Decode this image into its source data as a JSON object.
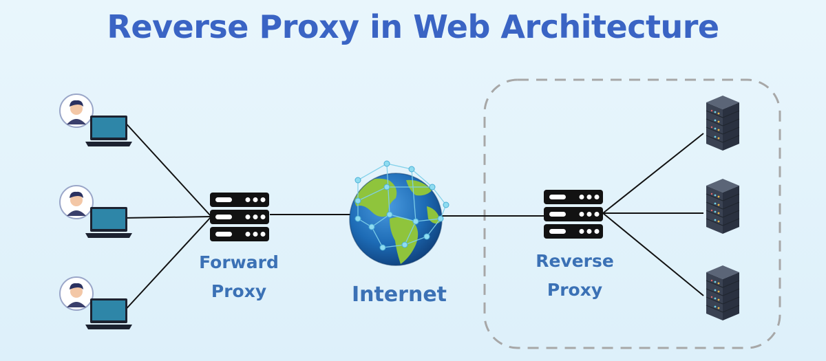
{
  "title": "Reverse Proxy in Web Architecture",
  "labels": {
    "forward_proxy": [
      "Forward",
      "Proxy"
    ],
    "internet": "Internet",
    "reverse_proxy": [
      "Reverse",
      "Proxy"
    ]
  },
  "colors": {
    "title": "#3a64c4",
    "label": "#3b71b5",
    "background": "#e6f4fb",
    "proxy_device": "#111111",
    "server_body": "#3f4858",
    "boundary": "#a9a9a9"
  },
  "icons": {
    "client": "user-laptop-icon",
    "proxy": "server-stack-icon",
    "internet": "network-globe-icon",
    "backend": "rack-server-icon"
  }
}
